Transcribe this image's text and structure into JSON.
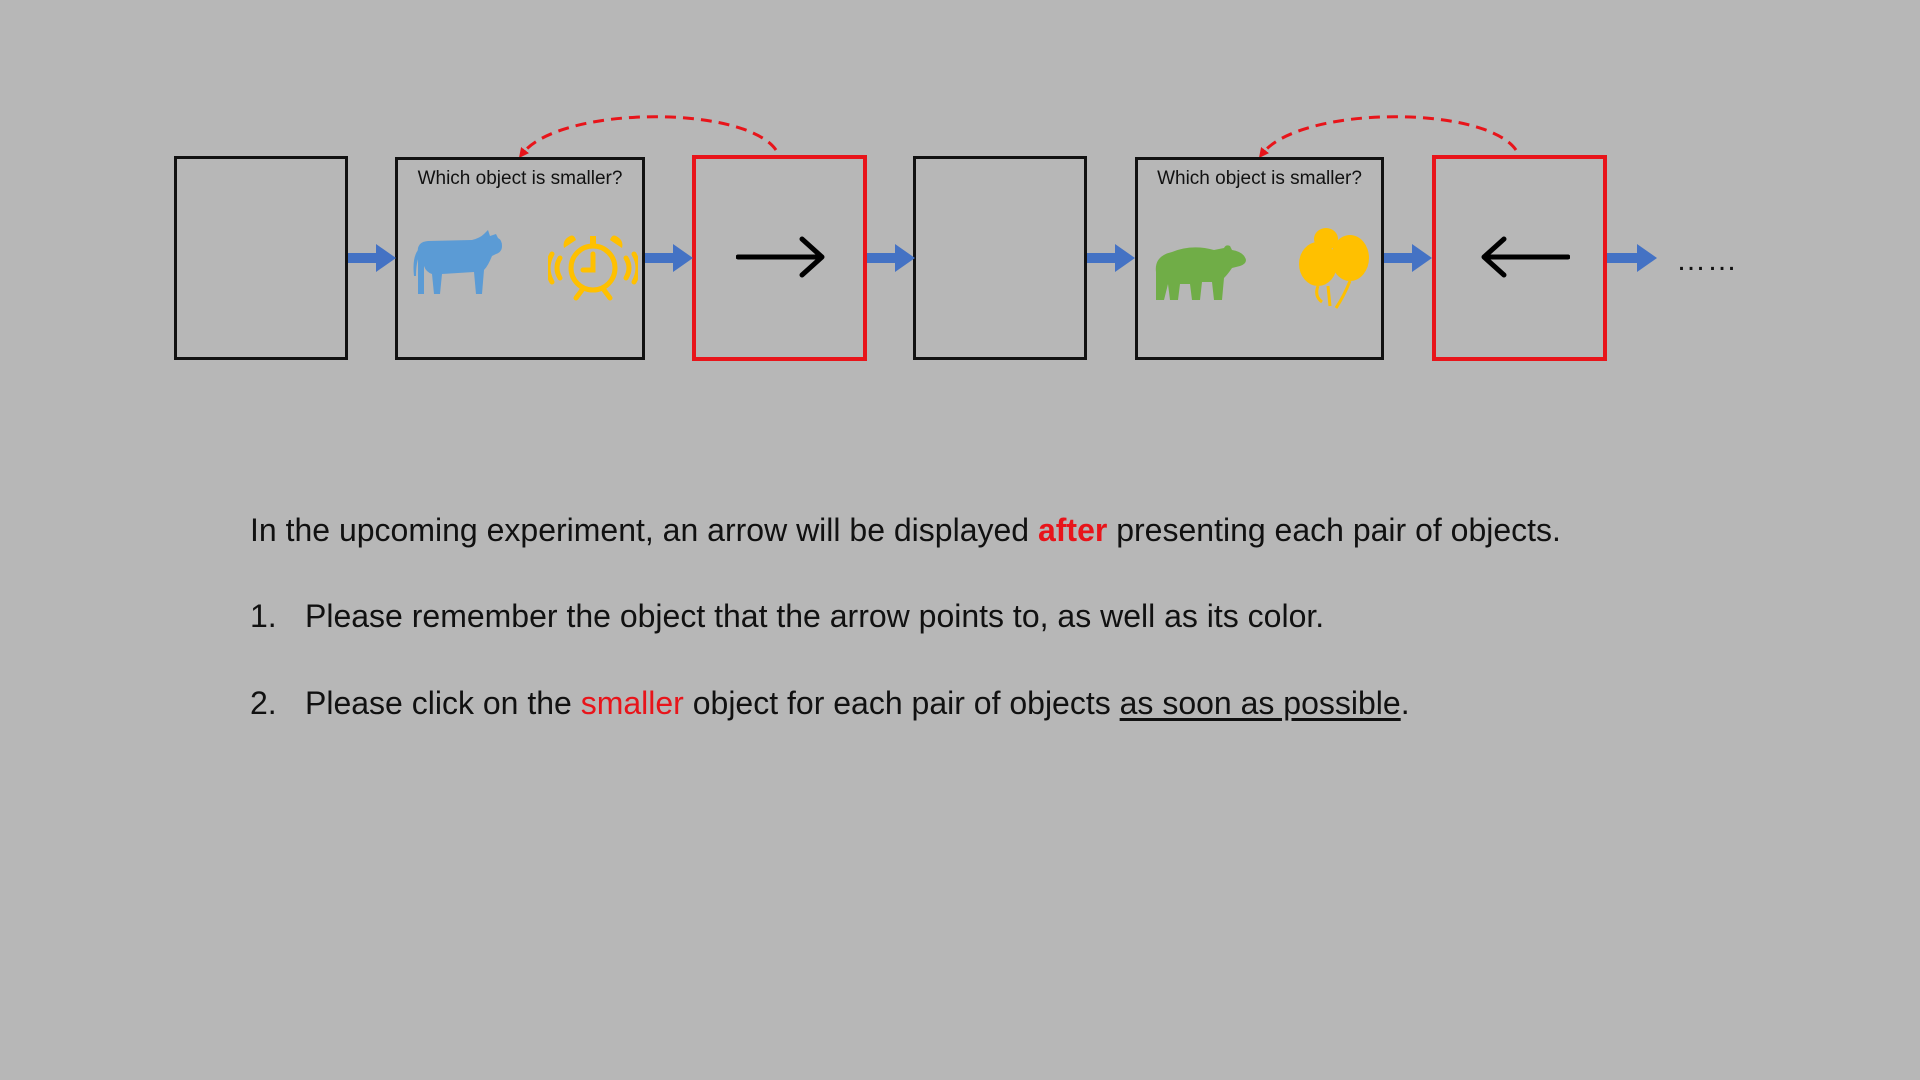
{
  "diagram": {
    "question_1": "Which object is smaller?",
    "question_2": "Which object is smaller?",
    "ellipsis": "……",
    "colors": {
      "background": "#b7b7b7",
      "highlight_red": "#e8141a",
      "flow_blue": "#4472c4",
      "cow_blue": "#5b9bd5",
      "object_yellow": "#ffc000",
      "bear_green": "#70ad47"
    },
    "icons": [
      "cow-icon",
      "alarm-clock-icon",
      "right-arrow-icon",
      "bear-icon",
      "balloons-icon",
      "left-arrow-icon"
    ]
  },
  "instructions": {
    "intro_before": "In the upcoming experiment, an arrow will be displayed ",
    "intro_highlight": "after",
    "intro_after": " presenting each pair of objects.",
    "item1_number": "1.",
    "item1_text": "Please remember the object that the arrow points to, as well as its color.",
    "item2_number": "2.",
    "item2_before": "Please click on the ",
    "item2_highlight": "smaller",
    "item2_middle": " object for each pair of objects ",
    "item2_underline": "as soon as possible",
    "item2_end": "."
  }
}
